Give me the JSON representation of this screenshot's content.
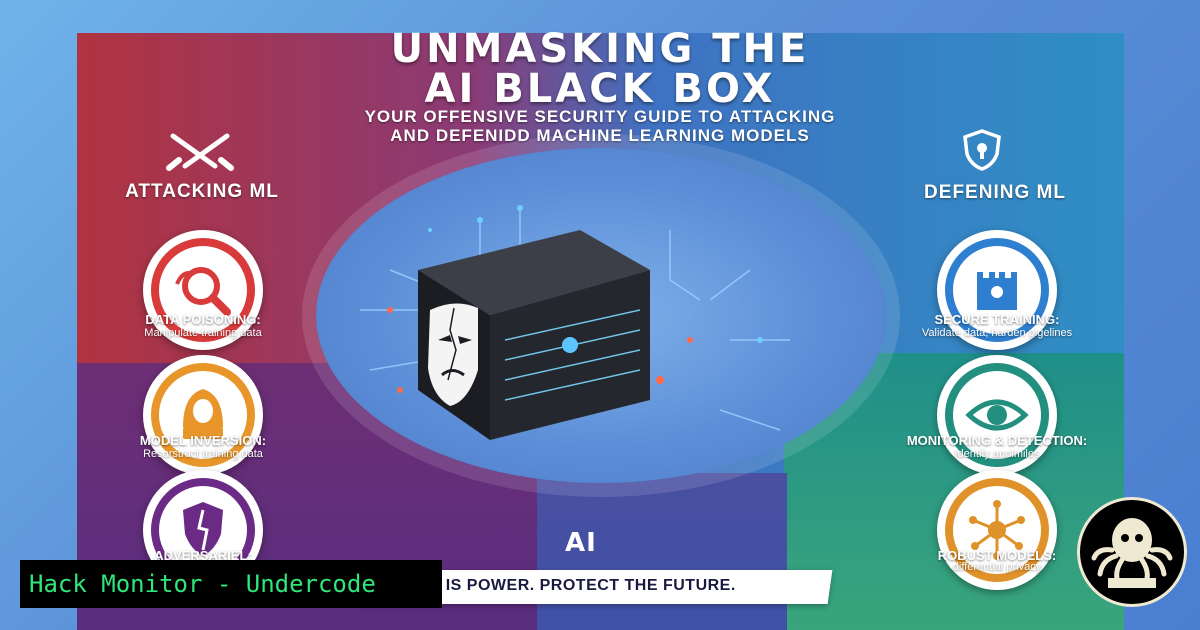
{
  "header": {
    "title_line1": "UNMASKING THE",
    "title_line2": "AI BLACK BOX",
    "subtitle_line1": "YOUR OFFENSIVE SECURITY GUIDE TO ATTACKING",
    "subtitle_line2": "AND DEFENIDD MACHINE LEARNING MODELS"
  },
  "left": {
    "heading": "ATTACKING ML",
    "items": [
      {
        "label": "DATA POISONING:",
        "desc": "Manipulate training data",
        "icon": "poison-magnifier-icon",
        "color": "#d93a3a"
      },
      {
        "label": "MODEL INVERSION:",
        "desc": "Resorstruct training data",
        "icon": "hooded-hacker-icon",
        "color": "#e8962a"
      },
      {
        "label": "ADVERSARIEL:",
        "desc": "",
        "icon": "masked-shield-icon",
        "color": "#6a2a86"
      }
    ]
  },
  "right": {
    "heading": "DEFENING ML",
    "items": [
      {
        "label": "SECURE TRAINING:",
        "desc": "Validate data, harden pigelines",
        "icon": "castle-shield-icon",
        "color": "#2f7fd0"
      },
      {
        "label": "MONITORING & DETECTION:",
        "desc": "Identify anolmiles",
        "icon": "eye-icon",
        "color": "#23907f"
      },
      {
        "label": "ROBUST MODELS:",
        "desc": "differential privacy",
        "icon": "network-hub-icon",
        "color": "#e0922a"
      }
    ]
  },
  "center": {
    "ai_label": "AI",
    "icon": "black-box-mask-icon"
  },
  "banner": {
    "text": "VLEDGE IS POWER. PROTECT THE FUTURE."
  },
  "overlay": {
    "brand": "Hack Monitor - Undercode",
    "logo_icon": "octopus-logo-icon"
  }
}
